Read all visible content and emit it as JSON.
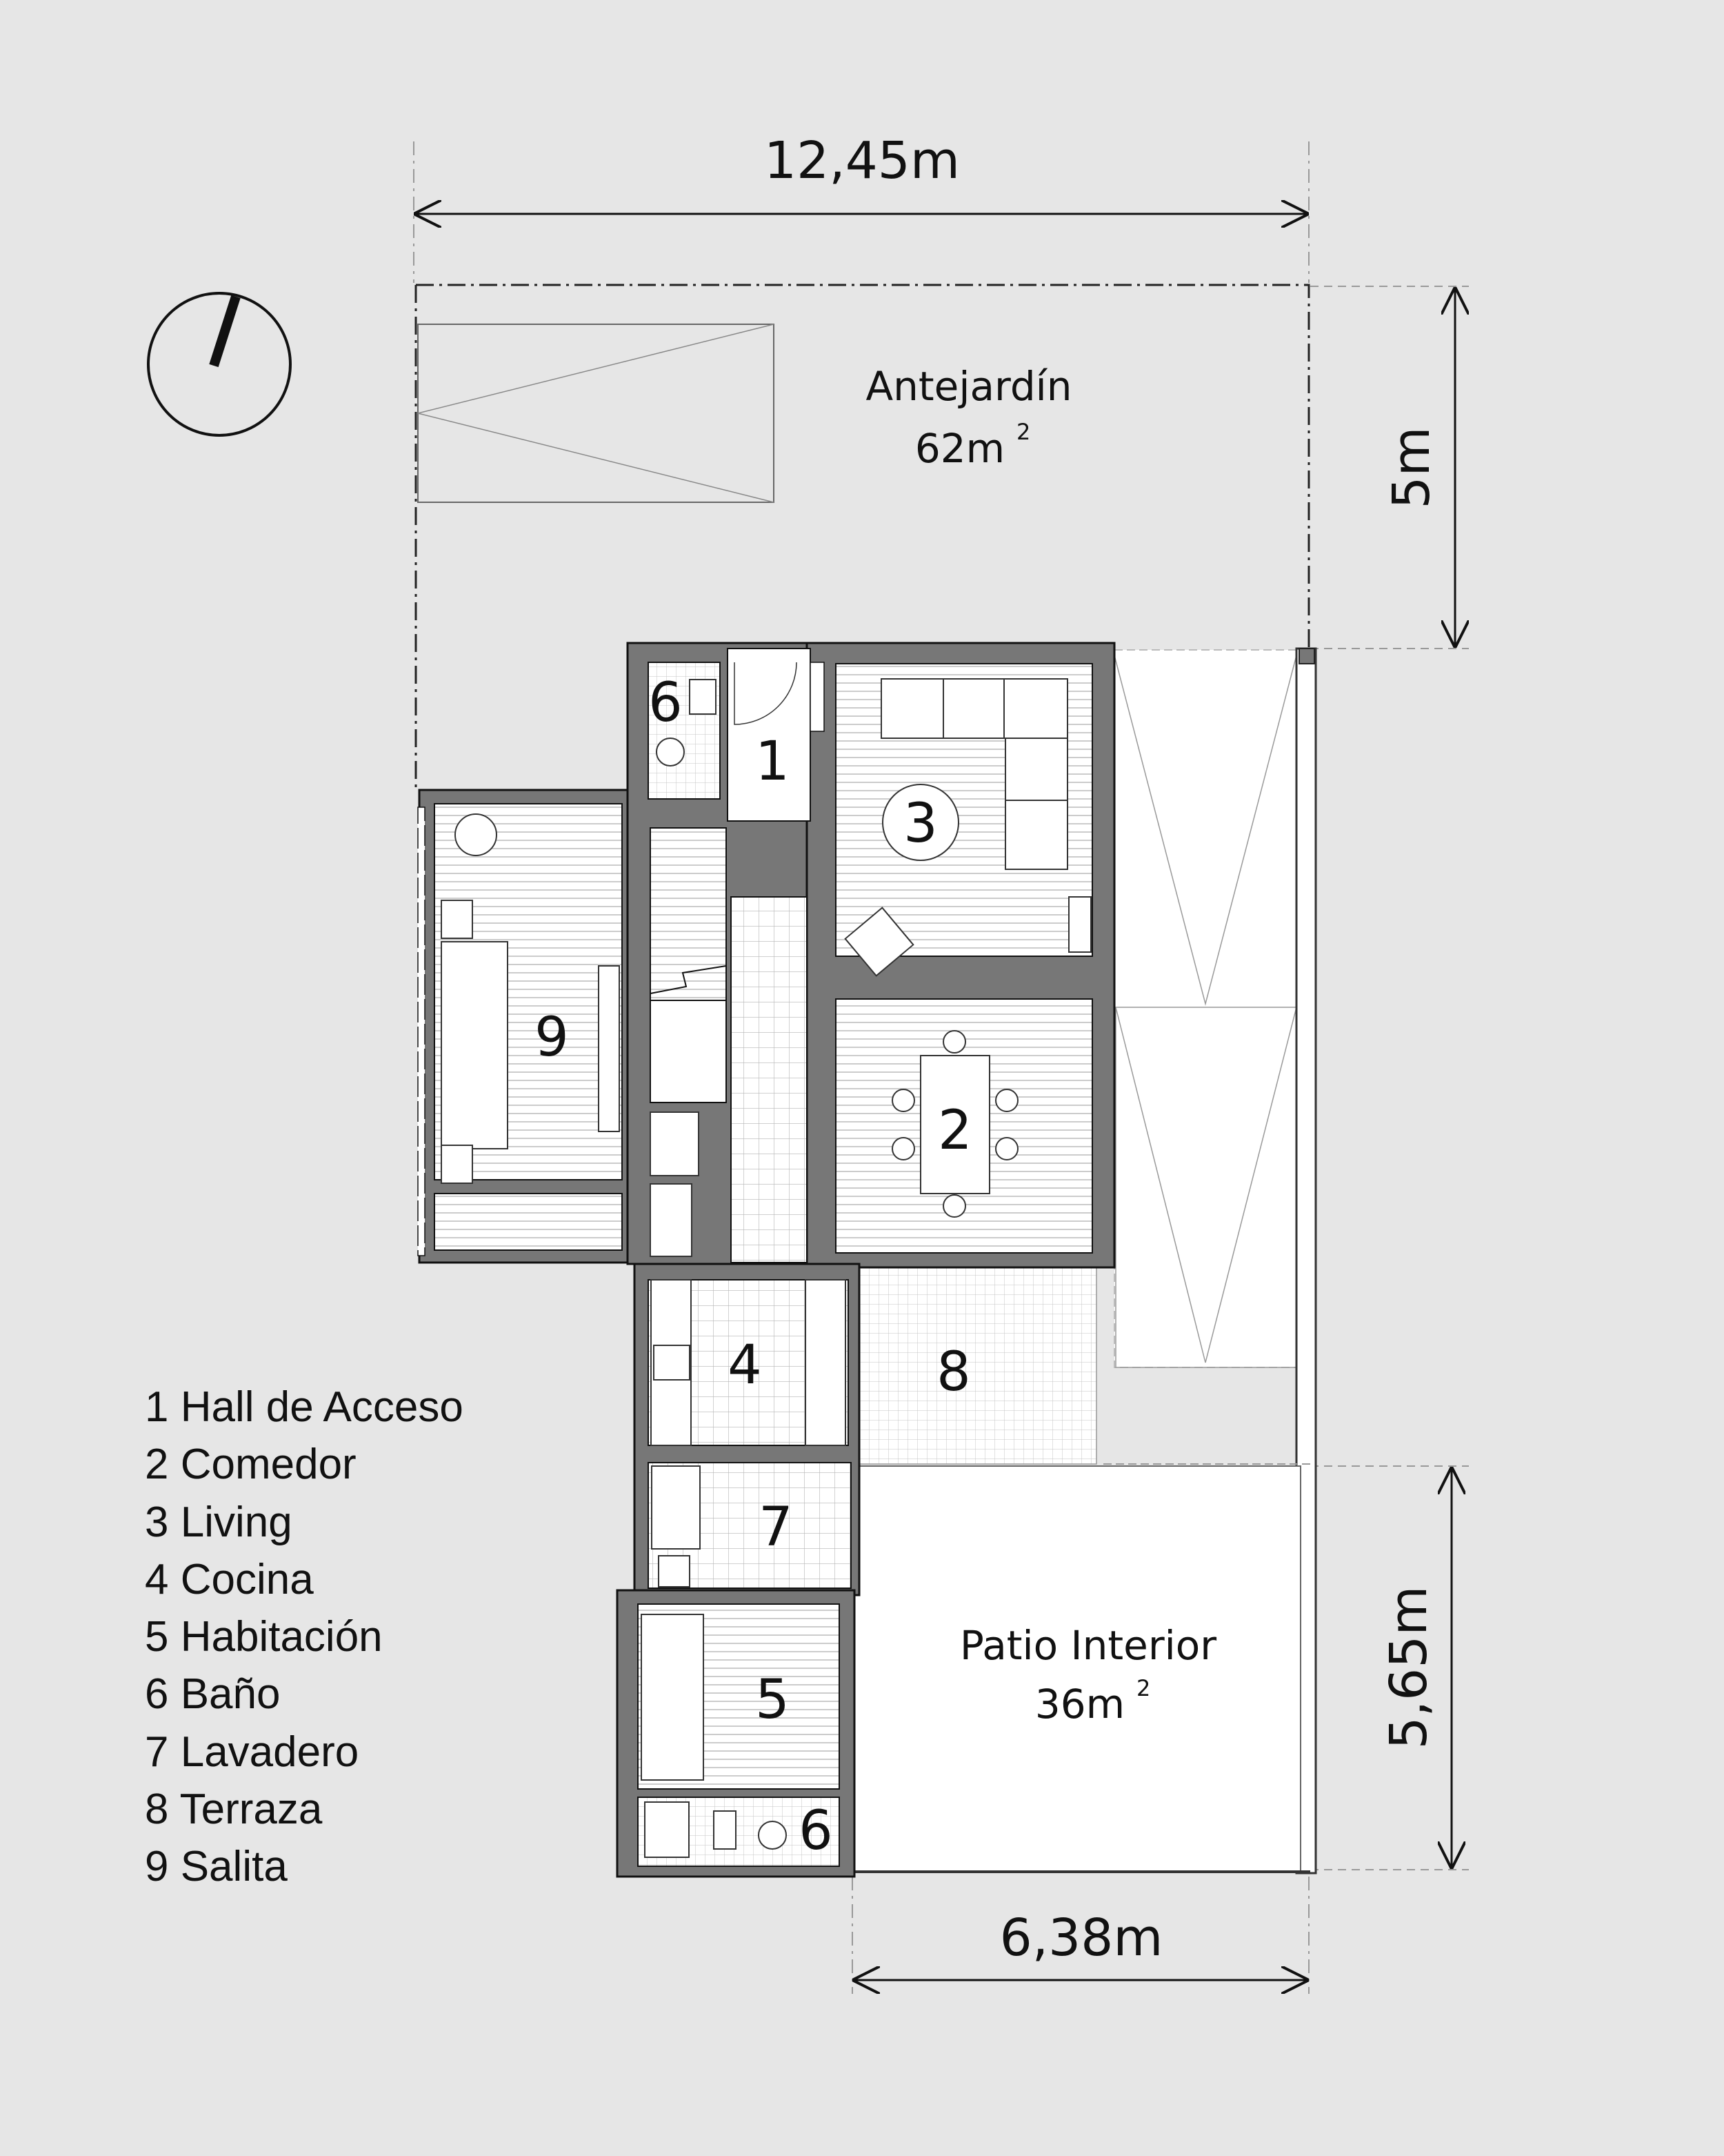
{
  "dimensions": {
    "top_width": "12,45m",
    "front_depth": "5m",
    "patio_depth": "5,65m",
    "patio_width": "6,38m"
  },
  "areas": {
    "front_garden": {
      "name": "Antejardín",
      "size": "62m",
      "sup": "2"
    },
    "interior_patio": {
      "name": "Patio Interior",
      "size": "36m",
      "sup": "2"
    }
  },
  "room_numbers": {
    "hall": "1",
    "dining": "2",
    "living": "3",
    "kitchen": "4",
    "bedroom": "5",
    "bath_front": "6",
    "bath_rear": "6",
    "laundry": "7",
    "terrace": "8",
    "sitting": "9"
  },
  "legend": [
    "1 Hall de Acceso",
    "2 Comedor",
    "3 Living",
    "4 Cocina",
    "5 Habitación",
    "6 Baño",
    "7 Lavadero",
    "8 Terraza",
    "9 Salita"
  ],
  "icons": {
    "north_arrow": "compass-north-icon"
  },
  "colors": {
    "background": "#e6e6e6",
    "wall": "#777777",
    "ink": "#111111",
    "floor": "#ffffff"
  }
}
